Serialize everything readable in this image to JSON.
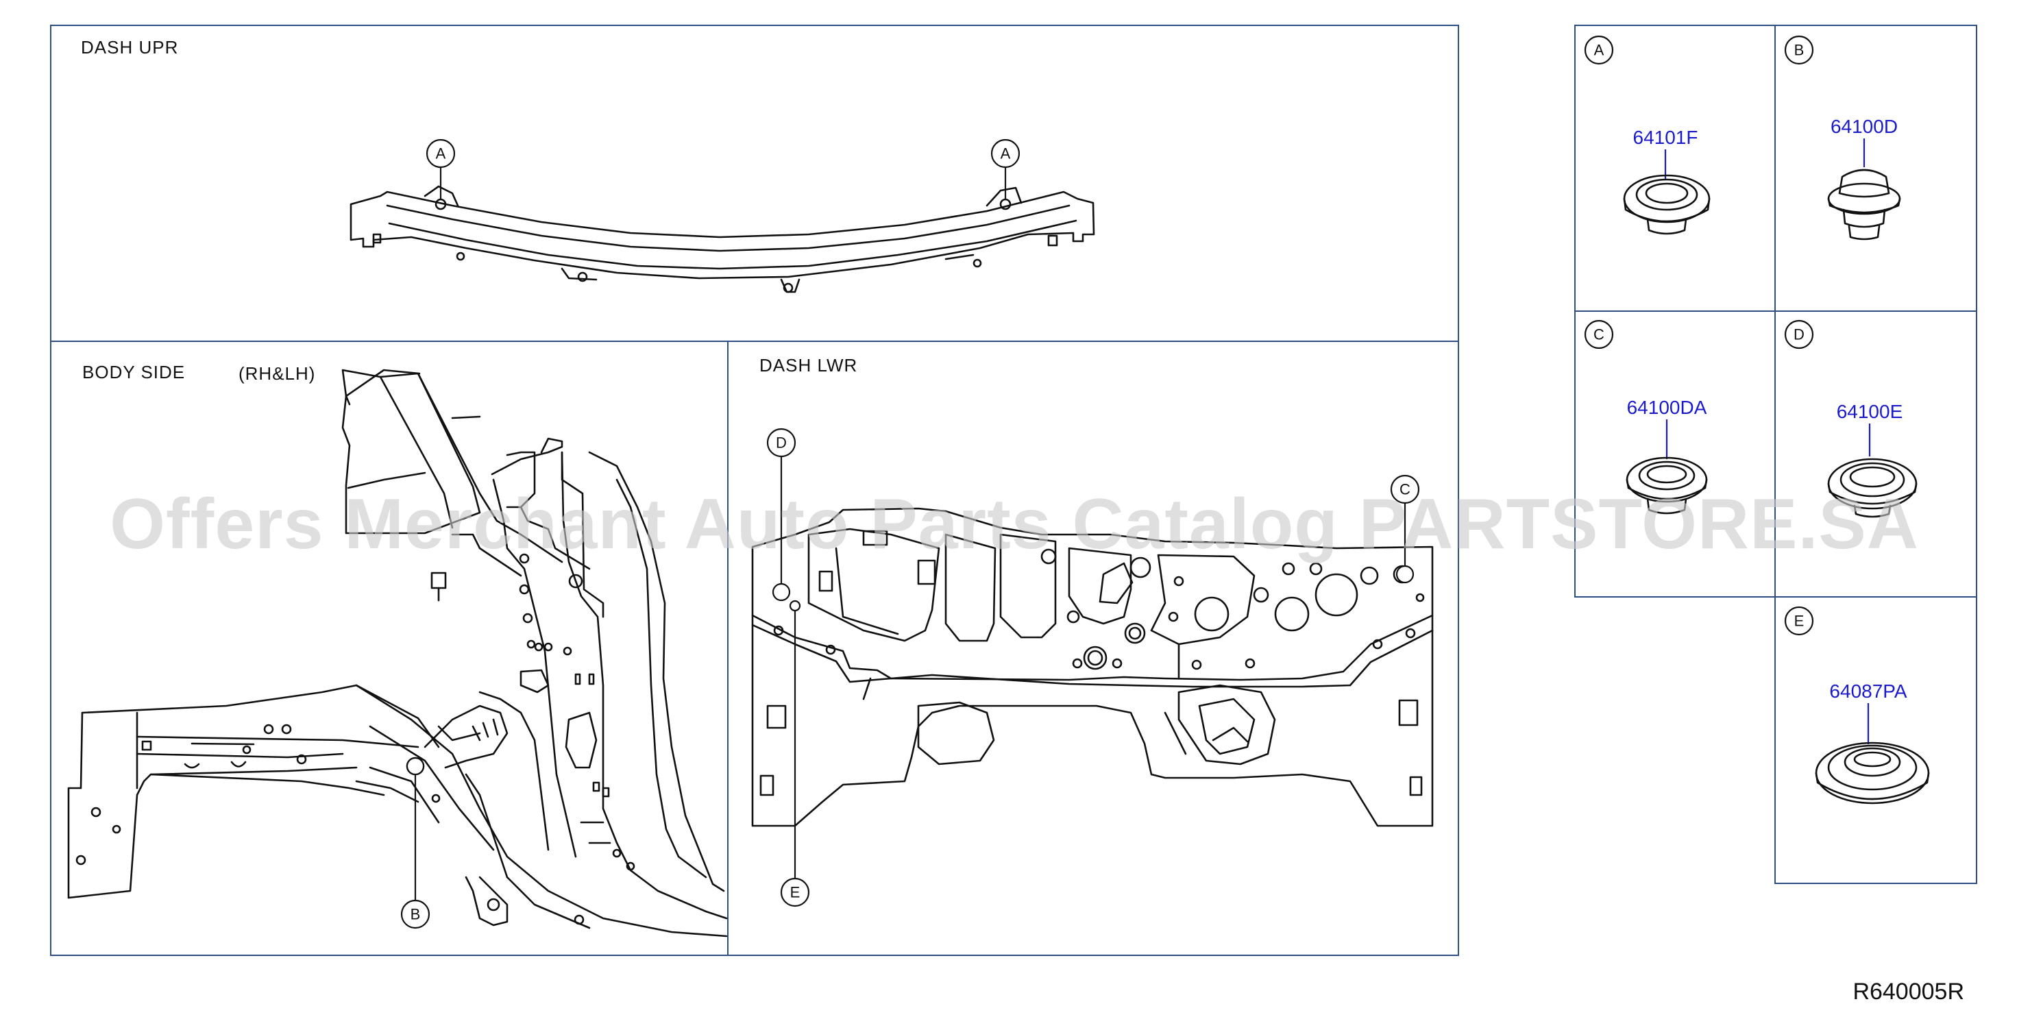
{
  "panels": {
    "dash_upr": {
      "title": "DASH   UPR"
    },
    "body_side": {
      "title": "BODY   SIDE",
      "suffix": "(RH&LH)"
    },
    "dash_lwr": {
      "title": "DASH   LWR"
    }
  },
  "callouts": {
    "a": "A",
    "b": "B",
    "c": "C",
    "d": "D",
    "e": "E"
  },
  "legend": {
    "a": {
      "letter": "A",
      "part_number": "64101F"
    },
    "b": {
      "letter": "B",
      "part_number": "64100D"
    },
    "c": {
      "letter": "C",
      "part_number": "64100DA"
    },
    "d": {
      "letter": "D",
      "part_number": "64100E"
    },
    "e": {
      "letter": "E",
      "part_number": "64087PA"
    }
  },
  "watermark": "Offers Merchant Auto Parts Catalog PARTSTORE.SA",
  "reference_code": "R640005R",
  "colors": {
    "frame": "#2d4f86",
    "part_number": "#1a1acc",
    "line": "#111111",
    "watermark": "#c9c9c9"
  }
}
